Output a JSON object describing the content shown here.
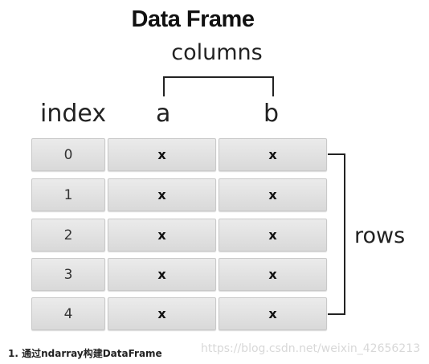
{
  "title": "Data Frame",
  "columns_label": "columns",
  "rows_label": "rows",
  "headers": {
    "index": "index",
    "a": "a",
    "b": "b"
  },
  "rows": [
    {
      "index": "0",
      "a": "x",
      "b": "x"
    },
    {
      "index": "1",
      "a": "x",
      "b": "x"
    },
    {
      "index": "2",
      "a": "x",
      "b": "x"
    },
    {
      "index": "3",
      "a": "x",
      "b": "x"
    },
    {
      "index": "4",
      "a": "x",
      "b": "x"
    }
  ],
  "caption": "1. 通过ndarray构建DataFrame",
  "watermark": "https://blog.csdn.net/weixin_42656213"
}
